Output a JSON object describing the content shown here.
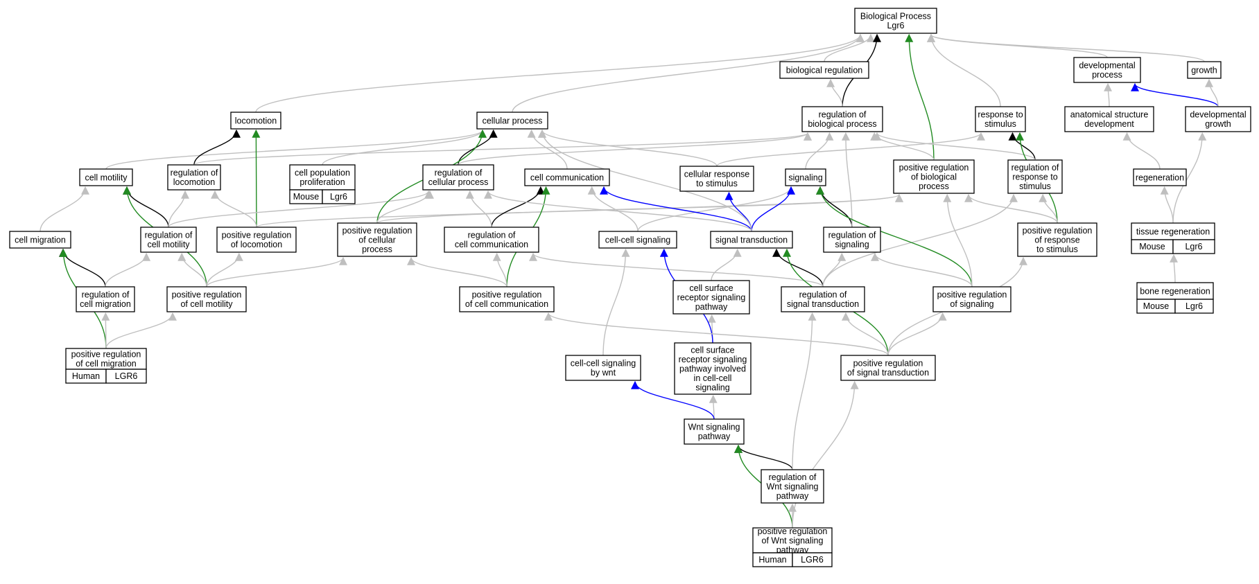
{
  "colors": {
    "gray": "#bfbfbf",
    "black": "#000000",
    "green": "#228b22",
    "blue": "#0000ff",
    "mouse_tag": "#add8e6",
    "human_tag": "#fa6446"
  },
  "nodes": [
    {
      "id": "bp",
      "lines": [
        "Biological Process",
        "Lgr6"
      ]
    },
    {
      "id": "bioreg",
      "lines": [
        "biological regulation"
      ]
    },
    {
      "id": "devproc",
      "lines": [
        "developmental",
        "process"
      ]
    },
    {
      "id": "growth",
      "lines": [
        "growth"
      ]
    },
    {
      "id": "locomotion",
      "lines": [
        "locomotion"
      ]
    },
    {
      "id": "cellproc",
      "lines": [
        "cellular process"
      ]
    },
    {
      "id": "regbio",
      "lines": [
        "regulation of",
        "biological process"
      ]
    },
    {
      "id": "respstim",
      "lines": [
        "response to",
        "stimulus"
      ]
    },
    {
      "id": "anatdev",
      "lines": [
        "anatomical structure",
        "development"
      ]
    },
    {
      "id": "devgrowth",
      "lines": [
        "developmental",
        "growth"
      ]
    },
    {
      "id": "cellmotility",
      "lines": [
        "cell motility"
      ]
    },
    {
      "id": "regloco",
      "lines": [
        "regulation of",
        "locomotion"
      ]
    },
    {
      "id": "cellpop",
      "lines": [
        "cell population",
        "proliferation"
      ],
      "tag": {
        "kind": "mouse",
        "species": "Mouse",
        "gene": "Lgr6"
      }
    },
    {
      "id": "regcellproc",
      "lines": [
        "regulation of",
        "cellular process"
      ]
    },
    {
      "id": "cellcomm",
      "lines": [
        "cell communication"
      ]
    },
    {
      "id": "cellresp",
      "lines": [
        "cellular response",
        "to stimulus"
      ]
    },
    {
      "id": "signaling",
      "lines": [
        "signaling"
      ]
    },
    {
      "id": "posregbio",
      "lines": [
        "positive regulation",
        "of biological",
        "process"
      ]
    },
    {
      "id": "regresp",
      "lines": [
        "regulation of",
        "response to",
        "stimulus"
      ]
    },
    {
      "id": "regeneration",
      "lines": [
        "regeneration"
      ]
    },
    {
      "id": "cellmigration",
      "lines": [
        "cell migration"
      ]
    },
    {
      "id": "regcellmot",
      "lines": [
        "regulation of",
        "cell motility"
      ]
    },
    {
      "id": "posregloco",
      "lines": [
        "positive regulation",
        "of locomotion"
      ]
    },
    {
      "id": "posregcellproc",
      "lines": [
        "positive regulation",
        "of cellular",
        "process"
      ]
    },
    {
      "id": "regcellcomm",
      "lines": [
        "regulation of",
        "cell communication"
      ]
    },
    {
      "id": "ccsig",
      "lines": [
        "cell-cell signaling"
      ]
    },
    {
      "id": "sigtrans",
      "lines": [
        "signal transduction"
      ]
    },
    {
      "id": "regsig",
      "lines": [
        "regulation of",
        "signaling"
      ]
    },
    {
      "id": "posregresp",
      "lines": [
        "positive regulation",
        "of response",
        "to stimulus"
      ]
    },
    {
      "id": "tissuereg",
      "lines": [
        "tissue regeneration"
      ],
      "tag": {
        "kind": "mouse",
        "species": "Mouse",
        "gene": "Lgr6"
      }
    },
    {
      "id": "regcellmig",
      "lines": [
        "regulation of",
        "cell migration"
      ]
    },
    {
      "id": "posregcellmot",
      "lines": [
        "positive regulation",
        "of cell motility"
      ]
    },
    {
      "id": "posregcellcomm",
      "lines": [
        "positive regulation",
        "of cell communication"
      ]
    },
    {
      "id": "csrsp",
      "lines": [
        "cell surface",
        "receptor signaling",
        "pathway"
      ]
    },
    {
      "id": "regsigtrans",
      "lines": [
        "regulation of",
        "signal transduction"
      ]
    },
    {
      "id": "posregsig",
      "lines": [
        "positive regulation",
        "of signaling"
      ]
    },
    {
      "id": "boneregen",
      "lines": [
        "bone regeneration"
      ],
      "tag": {
        "kind": "mouse",
        "species": "Mouse",
        "gene": "Lgr6"
      }
    },
    {
      "id": "posregcellmig",
      "lines": [
        "positive regulation",
        "of cell migration"
      ],
      "tag": {
        "kind": "human",
        "species": "Human",
        "gene": "LGR6"
      }
    },
    {
      "id": "csrspinv",
      "lines": [
        "cell surface",
        "receptor signaling",
        "pathway involved",
        "in cell-cell",
        "signaling"
      ]
    },
    {
      "id": "ccsigwnt",
      "lines": [
        "cell-cell signaling",
        "by wnt"
      ]
    },
    {
      "id": "posregsigtrans",
      "lines": [
        "positive regulation",
        "of signal transduction"
      ]
    },
    {
      "id": "wnt",
      "lines": [
        "Wnt signaling",
        "pathway"
      ]
    },
    {
      "id": "regwnt",
      "lines": [
        "regulation of",
        "Wnt signaling",
        "pathway"
      ]
    },
    {
      "id": "posregwnt",
      "lines": [
        "positive regulation",
        "of Wnt signaling",
        "pathway"
      ],
      "tag": {
        "kind": "human",
        "species": "Human",
        "gene": "LGR6"
      }
    }
  ],
  "edges": [
    {
      "from": "bioreg",
      "to": "bp",
      "color": "gray"
    },
    {
      "from": "devproc",
      "to": "bp",
      "color": "gray"
    },
    {
      "from": "growth",
      "to": "bp",
      "color": "gray"
    },
    {
      "from": "locomotion",
      "to": "bp",
      "color": "gray"
    },
    {
      "from": "cellproc",
      "to": "bp",
      "color": "gray"
    },
    {
      "from": "regbio",
      "to": "bp",
      "color": "black"
    },
    {
      "from": "regbio",
      "to": "bioreg",
      "color": "gray"
    },
    {
      "from": "respstim",
      "to": "bp",
      "color": "gray"
    },
    {
      "from": "posregbio",
      "to": "bp",
      "color": "green"
    },
    {
      "from": "anatdev",
      "to": "devproc",
      "color": "gray"
    },
    {
      "from": "devgrowth",
      "to": "devproc",
      "color": "blue"
    },
    {
      "from": "devgrowth",
      "to": "growth",
      "color": "gray"
    },
    {
      "from": "regeneration",
      "to": "anatdev",
      "color": "gray"
    },
    {
      "from": "tissuereg",
      "to": "regeneration",
      "color": "gray"
    },
    {
      "from": "tissuereg",
      "to": "devgrowth",
      "color": "gray"
    },
    {
      "from": "boneregen",
      "to": "tissuereg",
      "color": "gray"
    },
    {
      "from": "cellmotility",
      "to": "cellproc",
      "color": "gray"
    },
    {
      "from": "regloco",
      "to": "locomotion",
      "color": "black"
    },
    {
      "from": "regloco",
      "to": "regbio",
      "color": "gray"
    },
    {
      "from": "posregloco",
      "to": "locomotion",
      "color": "green"
    },
    {
      "from": "posregloco",
      "to": "regloco",
      "color": "gray"
    },
    {
      "from": "posregloco",
      "to": "posregbio",
      "color": "gray"
    },
    {
      "from": "cellpop",
      "to": "cellproc",
      "color": "gray"
    },
    {
      "from": "regcellproc",
      "to": "cellproc",
      "color": "black"
    },
    {
      "from": "regcellproc",
      "to": "regbio",
      "color": "gray"
    },
    {
      "from": "cellcomm",
      "to": "cellproc",
      "color": "gray"
    },
    {
      "from": "cellresp",
      "to": "cellproc",
      "color": "gray"
    },
    {
      "from": "cellresp",
      "to": "respstim",
      "color": "gray"
    },
    {
      "from": "signaling",
      "to": "regbio",
      "color": "gray"
    },
    {
      "from": "posregbio",
      "to": "regbio",
      "color": "gray"
    },
    {
      "from": "regresp",
      "to": "respstim",
      "color": "black"
    },
    {
      "from": "regresp",
      "to": "regbio",
      "color": "gray"
    },
    {
      "from": "posregresp",
      "to": "respstim",
      "color": "green"
    },
    {
      "from": "posregresp",
      "to": "regresp",
      "color": "gray"
    },
    {
      "from": "posregresp",
      "to": "posregbio",
      "color": "gray"
    },
    {
      "from": "cellmigration",
      "to": "cellmotility",
      "color": "gray"
    },
    {
      "from": "regcellmot",
      "to": "cellmotility",
      "color": "black"
    },
    {
      "from": "regcellmot",
      "to": "regloco",
      "color": "gray"
    },
    {
      "from": "regcellmot",
      "to": "regcellproc",
      "color": "gray"
    },
    {
      "from": "regcellmig",
      "to": "cellmigration",
      "color": "black"
    },
    {
      "from": "regcellmig",
      "to": "regcellmot",
      "color": "gray"
    },
    {
      "from": "posregcellmig",
      "to": "cellmigration",
      "color": "green"
    },
    {
      "from": "posregcellmig",
      "to": "regcellmig",
      "color": "gray"
    },
    {
      "from": "posregcellmig",
      "to": "posregcellmot",
      "color": "gray"
    },
    {
      "from": "posregcellmot",
      "to": "cellmotility",
      "color": "green"
    },
    {
      "from": "posregcellmot",
      "to": "regcellmot",
      "color": "gray"
    },
    {
      "from": "posregcellmot",
      "to": "posregloco",
      "color": "gray"
    },
    {
      "from": "posregcellmot",
      "to": "posregcellproc",
      "color": "gray"
    },
    {
      "from": "posregcellproc",
      "to": "cellproc",
      "color": "green"
    },
    {
      "from": "posregcellproc",
      "to": "regcellproc",
      "color": "gray"
    },
    {
      "from": "posregcellproc",
      "to": "posregbio",
      "color": "gray"
    },
    {
      "from": "regcellcomm",
      "to": "cellcomm",
      "color": "black"
    },
    {
      "from": "regcellcomm",
      "to": "regcellproc",
      "color": "gray"
    },
    {
      "from": "posregcellcomm",
      "to": "cellcomm",
      "color": "green"
    },
    {
      "from": "posregcellcomm",
      "to": "regcellcomm",
      "color": "gray"
    },
    {
      "from": "posregcellcomm",
      "to": "posregcellproc",
      "color": "gray"
    },
    {
      "from": "ccsig",
      "to": "cellcomm",
      "color": "gray"
    },
    {
      "from": "ccsig",
      "to": "signaling",
      "color": "gray"
    },
    {
      "from": "sigtrans",
      "to": "cellcomm",
      "color": "blue"
    },
    {
      "from": "sigtrans",
      "to": "cellresp",
      "color": "blue"
    },
    {
      "from": "sigtrans",
      "to": "signaling",
      "color": "blue"
    },
    {
      "from": "sigtrans",
      "to": "cellproc",
      "color": "gray"
    },
    {
      "from": "sigtrans",
      "to": "regcellproc",
      "color": "gray"
    },
    {
      "from": "regsig",
      "to": "signaling",
      "color": "black"
    },
    {
      "from": "regsig",
      "to": "regbio",
      "color": "gray"
    },
    {
      "from": "regsigtrans",
      "to": "sigtrans",
      "color": "black"
    },
    {
      "from": "regsigtrans",
      "to": "regsig",
      "color": "gray"
    },
    {
      "from": "regsigtrans",
      "to": "regcellcomm",
      "color": "gray"
    },
    {
      "from": "regsigtrans",
      "to": "regresp",
      "color": "gray"
    },
    {
      "from": "posregsig",
      "to": "signaling",
      "color": "green"
    },
    {
      "from": "posregsig",
      "to": "regsig",
      "color": "gray"
    },
    {
      "from": "posregsig",
      "to": "posregbio",
      "color": "gray"
    },
    {
      "from": "csrsp",
      "to": "sigtrans",
      "color": "gray"
    },
    {
      "from": "csrspinv",
      "to": "csrsp",
      "color": "gray"
    },
    {
      "from": "csrspinv",
      "to": "ccsig",
      "color": "blue"
    },
    {
      "from": "ccsigwnt",
      "to": "ccsig",
      "color": "gray"
    },
    {
      "from": "posregsigtrans",
      "to": "sigtrans",
      "color": "green"
    },
    {
      "from": "posregsigtrans",
      "to": "regsigtrans",
      "color": "gray"
    },
    {
      "from": "posregsigtrans",
      "to": "posregsig",
      "color": "gray"
    },
    {
      "from": "posregsigtrans",
      "to": "posregcellcomm",
      "color": "gray"
    },
    {
      "from": "posregsigtrans",
      "to": "posregresp",
      "color": "gray"
    },
    {
      "from": "wnt",
      "to": "csrspinv",
      "color": "gray"
    },
    {
      "from": "wnt",
      "to": "ccsigwnt",
      "color": "blue"
    },
    {
      "from": "regwnt",
      "to": "wnt",
      "color": "black"
    },
    {
      "from": "regwnt",
      "to": "regsigtrans",
      "color": "gray"
    },
    {
      "from": "posregwnt",
      "to": "wnt",
      "color": "green"
    },
    {
      "from": "posregwnt",
      "to": "regwnt",
      "color": "gray"
    },
    {
      "from": "posregwnt",
      "to": "posregsigtrans",
      "color": "gray"
    }
  ]
}
